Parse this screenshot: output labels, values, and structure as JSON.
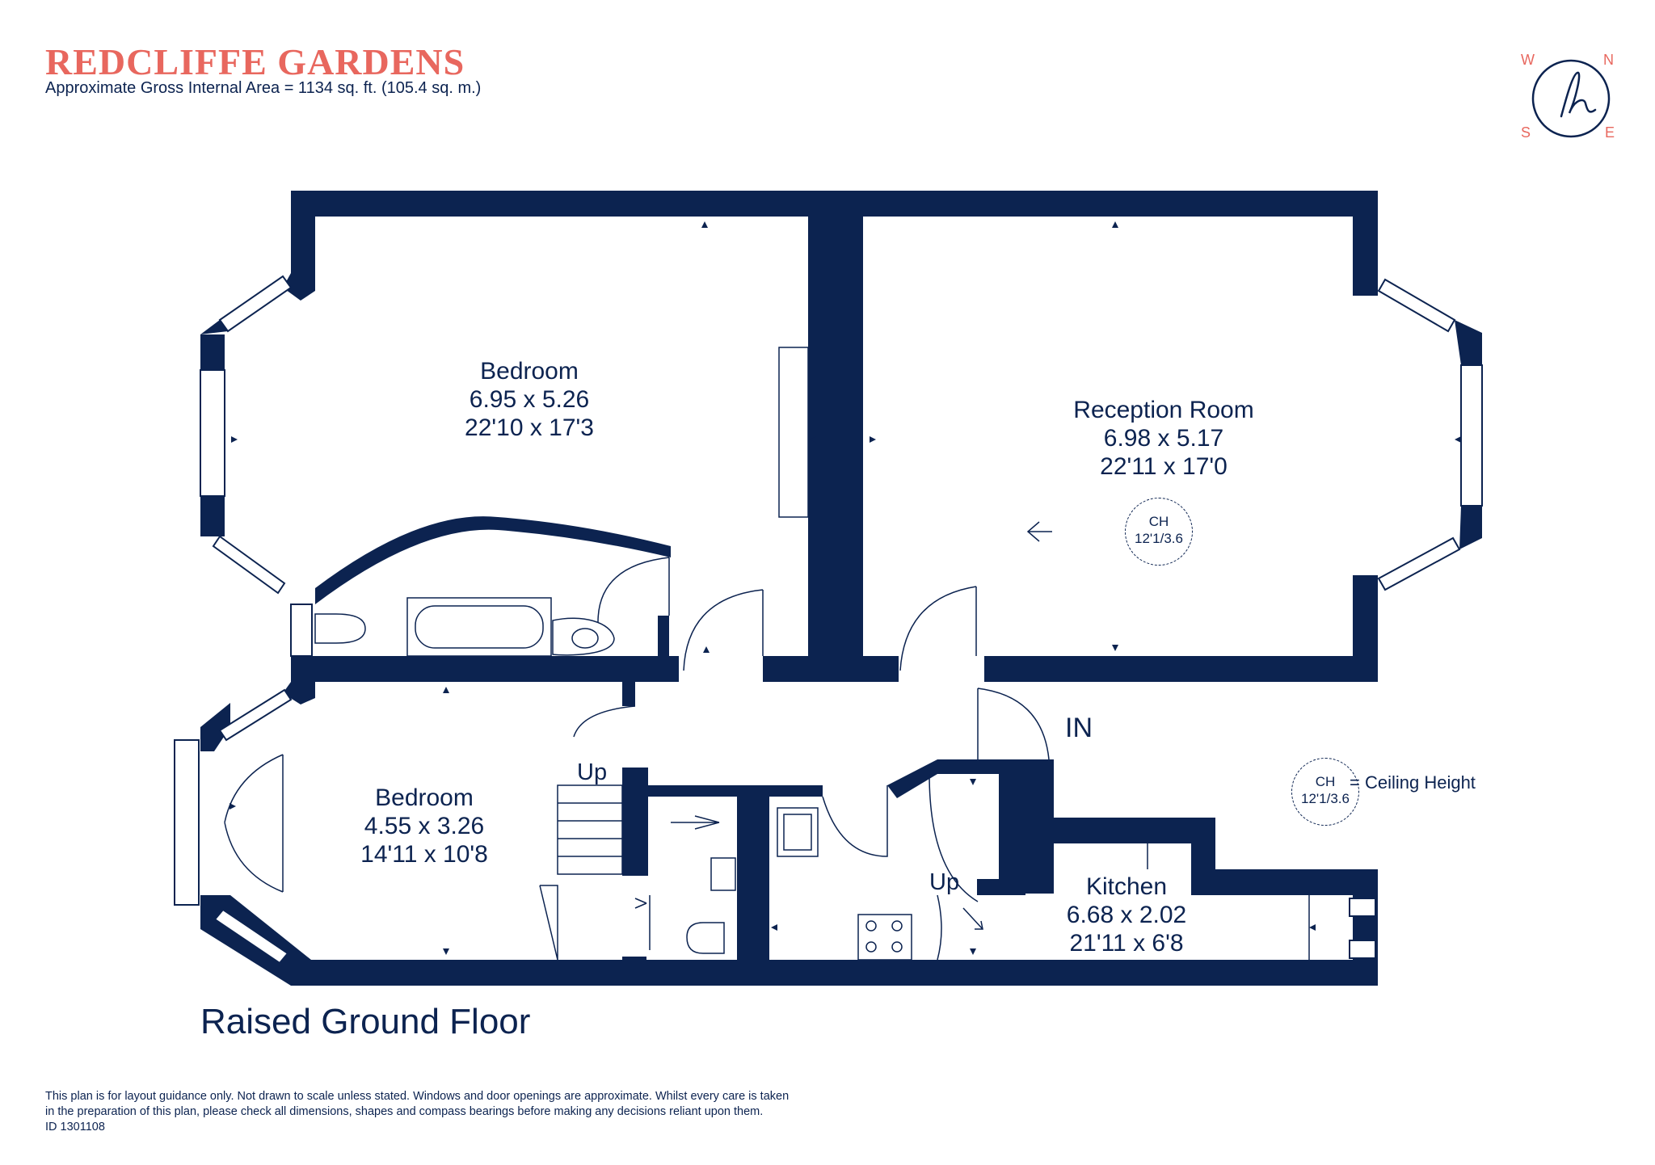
{
  "header": {
    "title": "REDCLIFFE GARDENS",
    "subtitle": "Approximate Gross Internal Area =  1134 sq. ft. (105.4 sq. m.)"
  },
  "rooms": {
    "bedroom_1": {
      "name": "Bedroom",
      "metric": "6.95 x 5.26",
      "imperial": "22'10 x 17'3"
    },
    "reception": {
      "name": "Reception Room",
      "metric": "6.98 x 5.17",
      "imperial": "22'11 x 17'0"
    },
    "bedroom_2": {
      "name": "Bedroom",
      "metric": "4.55 x 3.26",
      "imperial": "14'11 x 10'8"
    },
    "kitchen": {
      "name": "Kitchen",
      "metric": "6.68 x 2.02",
      "imperial": "21'11 x 6'8"
    }
  },
  "labels": {
    "entrance": "IN",
    "stairs_up_1": "Up",
    "stairs_up_2": "Up"
  },
  "ceiling_height": {
    "abbrev": "CH",
    "value": "12'1/3.6",
    "legend_text": "= Ceiling Height"
  },
  "compass": {
    "w": "W",
    "n": "N",
    "s": "S",
    "e": "E"
  },
  "floor_name": "Raised Ground Floor",
  "disclaimer": {
    "line1": "This plan is for layout guidance only. Not drawn to scale unless stated. Windows and door openings are approximate. Whilst every care is taken",
    "line2": "in the preparation of this plan, please check all dimensions, shapes and compass bearings before making any decisions reliant upon them.",
    "id": "ID 1301108"
  },
  "colors": {
    "wall": "#0c2350",
    "accent": "#e8675e"
  }
}
